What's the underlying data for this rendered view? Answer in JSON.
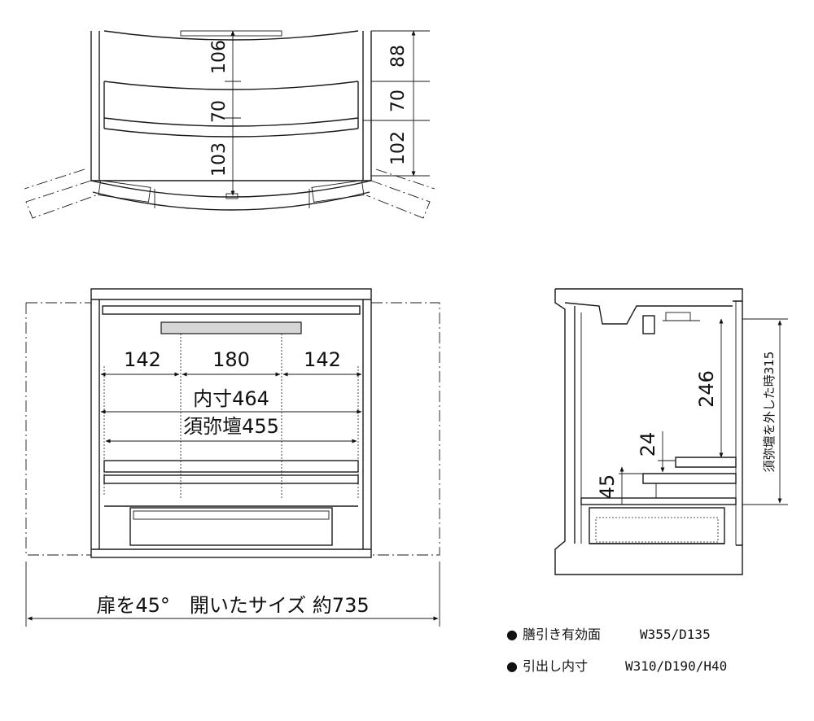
{
  "top_view": {
    "dims_inner": [
      "106",
      "70",
      "103"
    ],
    "dims_outer": [
      "88",
      "70",
      "102"
    ]
  },
  "front_view": {
    "width_segments": [
      "142",
      "180",
      "142"
    ],
    "inner_width": "内寸464",
    "shumidan_width": "須弥壇455",
    "door_open_width": "扉を45°　開いたサイズ 約735"
  },
  "side_view": {
    "height_246": "246",
    "height_24": "24",
    "height_45": "45",
    "side_note": "須弥壇を外した時315"
  },
  "specs": [
    {
      "bullet": "●",
      "label": "膳引き有効面",
      "value": "W355/D135"
    },
    {
      "bullet": "●",
      "label": "引出し内寸",
      "value": "W310/D190/H40"
    }
  ]
}
